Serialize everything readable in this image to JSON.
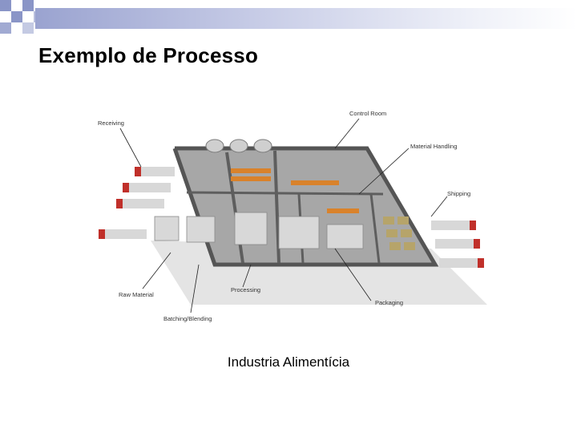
{
  "slide": {
    "title": "Exemplo de Processo",
    "caption": "Industria Alimentícia"
  },
  "figure": {
    "labels": {
      "receiving": "Receiving",
      "control_room": "Control Room",
      "material_handling": "Material Handling",
      "shipping": "Shipping",
      "raw_material": "Raw Material",
      "processing": "Processing",
      "batching": "Batching/Blending",
      "packaging": "Packaging"
    }
  },
  "colors": {
    "accent": "#8a95c7",
    "truck_red": "#c0302a",
    "wall": "#6b6b6b",
    "floor": "#9a9a9a"
  }
}
